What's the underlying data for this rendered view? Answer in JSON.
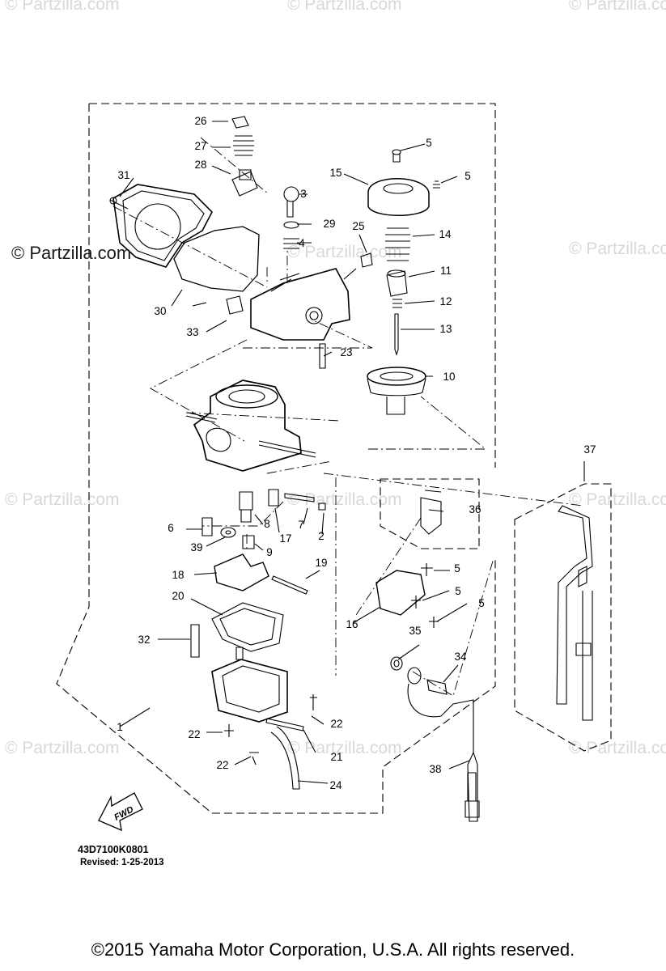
{
  "watermark": {
    "text": "© Partzilla.com",
    "inline_text": "© Partzilla.com"
  },
  "callouts": [
    "1",
    "2",
    "3",
    "4",
    "5",
    "6",
    "7",
    "8",
    "9",
    "10",
    "11",
    "12",
    "13",
    "14",
    "15",
    "16",
    "17",
    "18",
    "19",
    "20",
    "21",
    "22",
    "23",
    "24",
    "25",
    "26",
    "27",
    "28",
    "29",
    "30",
    "31",
    "32",
    "33",
    "34",
    "35",
    "36",
    "37",
    "38",
    "39"
  ],
  "fwd_label": "FWD",
  "diagram_code": "43D7100K0801",
  "revised": "Revised: 1-25-2013",
  "copyright": "©2015  Yamaha Motor Corporation, U.S.A. All rights reserved.",
  "colors": {
    "line": "#000000",
    "watermark": "#d8d8d8"
  }
}
